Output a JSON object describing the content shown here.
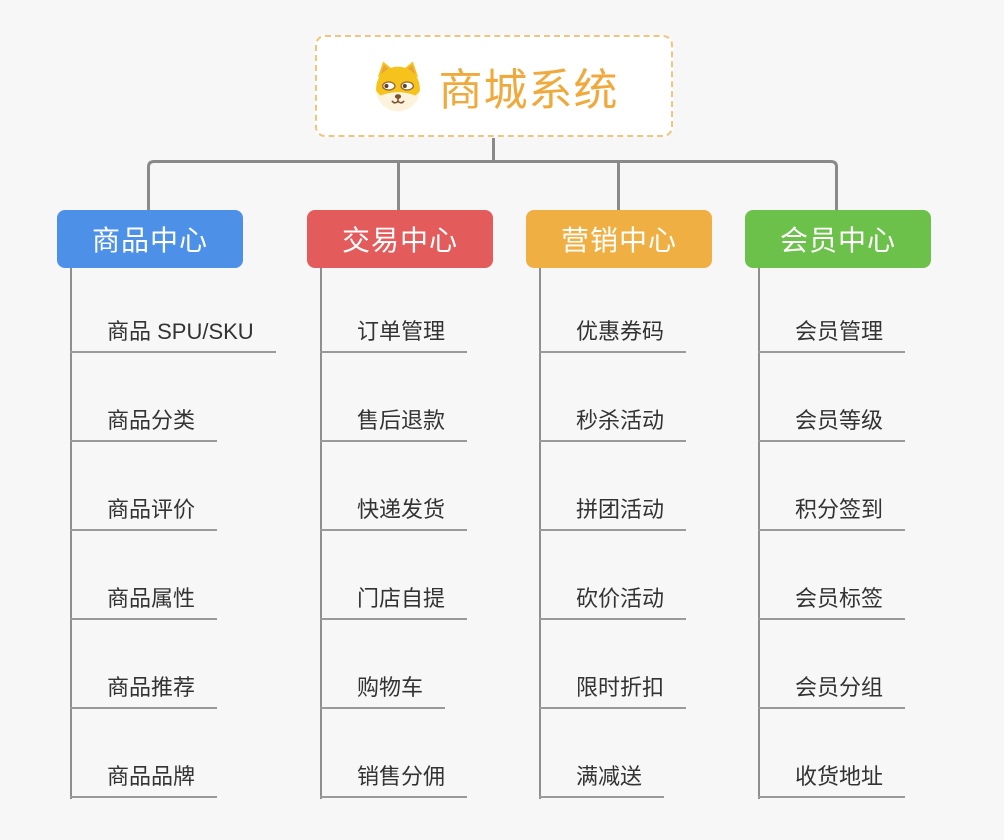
{
  "root": {
    "label": "商城系统",
    "icon": "dog-face-icon",
    "text_color": "#f0a93c",
    "border_color": "#f0c57e",
    "background": "#ffffff"
  },
  "connector_color": "#8a8a8a",
  "page_background": "#f7f7f7",
  "item_text_color": "#333333",
  "branches": [
    {
      "label": "商品中心",
      "color": "#4d90e8",
      "items": [
        "商品 SPU/SKU",
        "商品分类",
        "商品评价",
        "商品属性",
        "商品推荐",
        "商品品牌"
      ]
    },
    {
      "label": "交易中心",
      "color": "#e45b5b",
      "items": [
        "订单管理",
        "售后退款",
        "快递发货",
        "门店自提",
        "购物车",
        "销售分佣"
      ]
    },
    {
      "label": "营销中心",
      "color": "#efaf42",
      "items": [
        "优惠券码",
        "秒杀活动",
        "拼团活动",
        "砍价活动",
        "限时折扣",
        "满减送"
      ]
    },
    {
      "label": "会员中心",
      "color": "#6cc14a",
      "items": [
        "会员管理",
        "会员等级",
        "积分签到",
        "会员标签",
        "会员分组",
        "收货地址"
      ]
    }
  ]
}
